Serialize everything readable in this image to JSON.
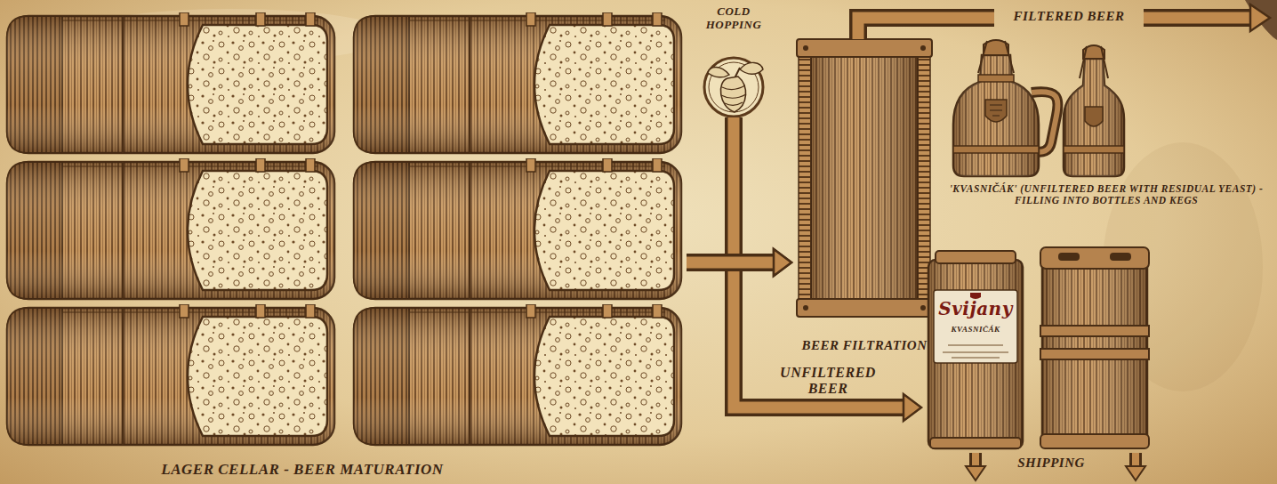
{
  "diagram": {
    "nodes": [
      {
        "text": [
          "LAGER CELLAR - BEER MATURATION"
        ]
      },
      {
        "text": [
          "COLD HOPPING"
        ]
      },
      {
        "text": [
          "BEER FILTRATION"
        ]
      },
      {
        "text": [
          "'KVASNIČÁK' (UNFILTERED BEER WITH RESIDUAL YEAST) - FILLING INTO BOTTLES AND KEGS"
        ]
      },
      {
        "text": [
          "SHIPPING"
        ]
      }
    ],
    "edges": [
      {
        "from": 0,
        "to": 2,
        "arrow": "to"
      },
      {
        "from": 1,
        "to": 2,
        "arrow": "to"
      },
      {
        "from": 0,
        "to": 4,
        "label": "UNFILTERED BEER",
        "arrow": "to"
      }
    ],
    "labels": [
      "FILTERED BEER",
      "Svijany",
      "KVASNIČÁK"
    ]
  }
}
